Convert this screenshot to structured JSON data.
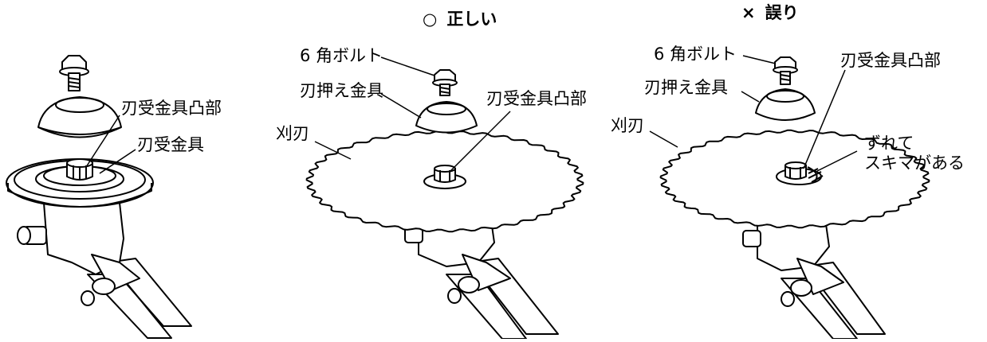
{
  "headers": {
    "correct": {
      "mark": "○",
      "text": "正しい"
    },
    "wrong": {
      "mark": "×",
      "text": "誤り"
    }
  },
  "panel1": {
    "label_blade_holder_boss": "刃受金具凸部",
    "label_blade_holder": "刃受金具"
  },
  "panel2": {
    "label_hex_bolt": "6 角ボルト",
    "label_blade_retainer": "刃押え金具",
    "label_blade_holder_boss": "刃受金具凸部",
    "label_blade": "刈刃"
  },
  "panel3": {
    "label_hex_bolt": "6 角ボルト",
    "label_blade_holder_boss": "刃受金具凸部",
    "label_blade_retainer": "刃押え金具",
    "label_blade": "刈刃",
    "label_gap_line1": "ずれて",
    "label_gap_line2": "スキマがある"
  }
}
